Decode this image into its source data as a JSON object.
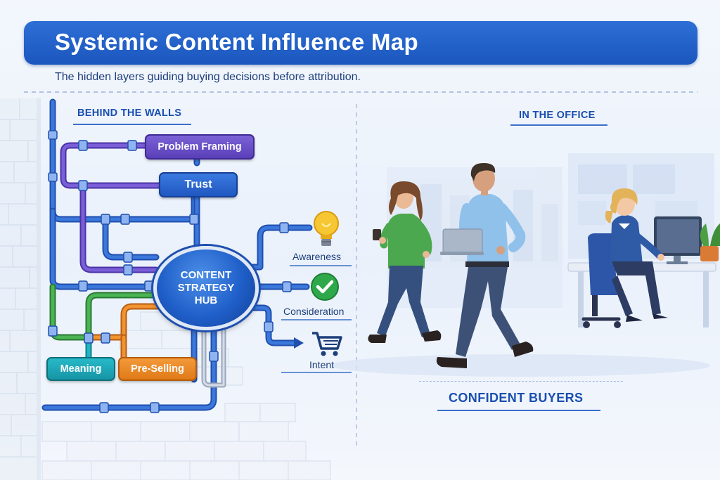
{
  "title": "Systemic Content Influence Map",
  "subtitle": "The hidden layers guiding buying decisions before attribution.",
  "left_section": {
    "label": "BEHIND THE WALLS",
    "nodes": {
      "problem_framing": "Problem Framing",
      "trust": "Trust",
      "meaning": "Meaning",
      "pre_selling": "Pre-Selling"
    },
    "hub": {
      "line1": "CONTENT",
      "line2": "STRATEGY",
      "line3": "HUB"
    },
    "stages": [
      {
        "label": "Awareness",
        "icon": "lightbulb-icon"
      },
      {
        "label": "Consideration",
        "icon": "checkmark-icon"
      },
      {
        "label": "Intent",
        "icon": "shopping-cart-icon"
      }
    ]
  },
  "right_section": {
    "label": "IN THE OFFICE",
    "outcome": "CONFIDENT BUYERS"
  },
  "colors": {
    "banner": "#1f5fc9",
    "pipe_blue": "#2f63c8",
    "pipe_purple": "#6b4fc7",
    "pipe_green": "#3fa048",
    "pipe_orange": "#ef8a2c",
    "pipe_teal": "#19a8b8",
    "check_green": "#2ea84a",
    "bulb_yellow": "#f5c02a"
  }
}
